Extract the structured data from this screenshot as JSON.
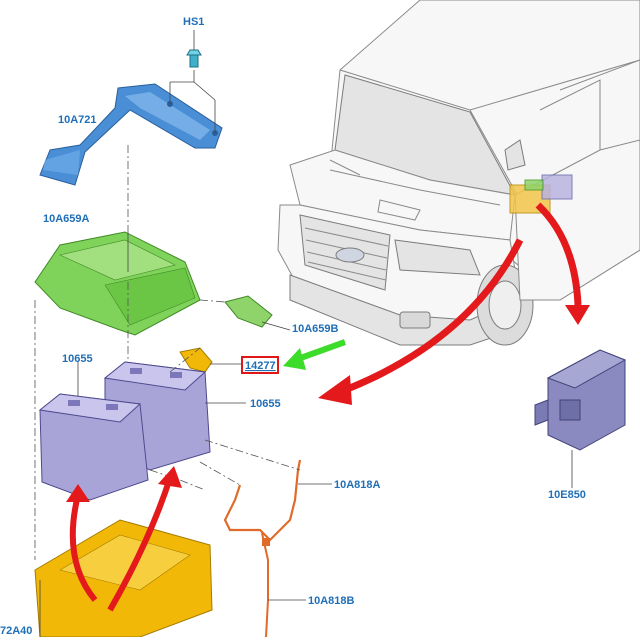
{
  "parts": {
    "hs1": "HS1",
    "p10a721": "10A721",
    "p10a659a": "10A659A",
    "p10a659b": "10A659B",
    "p10655_left": "10655",
    "p14277": "14277",
    "p10655_right": "10655",
    "p10a818a": "10A818A",
    "p10a818b": "10A818B",
    "p10e850": "10E850",
    "p72a40": "72A40"
  },
  "colors": {
    "label": "#1f6fb8",
    "highlight_box": "#e01818",
    "red_arrow": "#e3191c",
    "green_arrow": "#3ddc2a",
    "bracket_blue": "#4a8fd6",
    "cover_green": "#7fd35a",
    "battery_purple": "#a9a4d8",
    "tray_yellow": "#f2b807",
    "cable_orange": "#e06a2a",
    "module_purple": "#8a8ac0"
  }
}
